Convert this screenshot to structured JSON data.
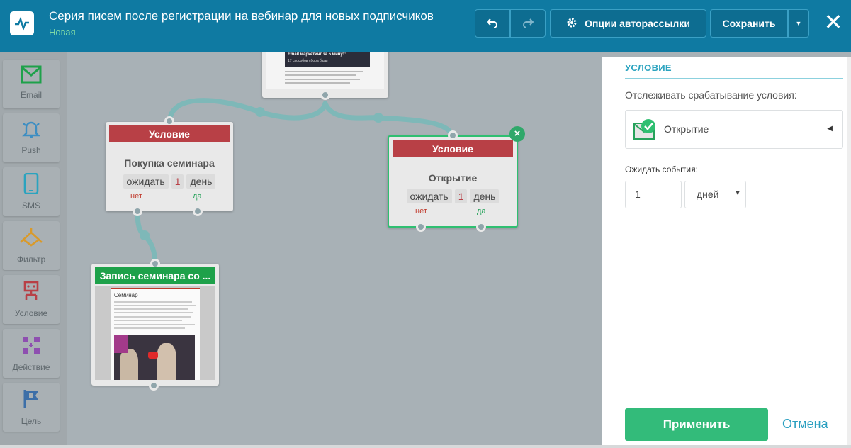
{
  "header": {
    "title": "Серия писем после регистрации на вебинар для новых подписчиков",
    "status": "Новая",
    "options_label": "Опции авторассылки",
    "save_label": "Сохранить"
  },
  "toolbar": {
    "items": [
      {
        "label": "Email",
        "icon": "envelope-icon"
      },
      {
        "label": "Push",
        "icon": "bell-icon"
      },
      {
        "label": "SMS",
        "icon": "phone-icon"
      },
      {
        "label": "Фильтр",
        "icon": "filter-icon"
      },
      {
        "label": "Условие",
        "icon": "condition-icon"
      },
      {
        "label": "Действие",
        "icon": "action-icon"
      },
      {
        "label": "Цель",
        "icon": "flag-icon"
      }
    ]
  },
  "nodes": {
    "top_email": {
      "preview_title": "Email маркетинг за 5 минут:",
      "preview_sub": "17 способов сбора базы"
    },
    "condition_1": {
      "header": "Условие",
      "name": "Покупка семинара",
      "wait_word": "ожидать",
      "wait_value": "1",
      "wait_unit": "день",
      "no_label": "нет",
      "yes_label": "да"
    },
    "condition_2": {
      "header": "Условие",
      "name": "Открытие",
      "wait_word": "ожидать",
      "wait_value": "1",
      "wait_unit": "день",
      "no_label": "нет",
      "yes_label": "да"
    },
    "email_2": {
      "header": "Запись семинара со ...",
      "preview_title": "Семинар"
    }
  },
  "panel": {
    "section_title": "УСЛОВИЕ",
    "track_label": "Отслеживать срабатывание условия:",
    "condition_value": "Открытие",
    "wait_label": "Ожидать события:",
    "wait_value": "1",
    "wait_unit": "дней",
    "apply_label": "Применить",
    "cancel_label": "Отмена"
  },
  "colors": {
    "header_bg": "#0f7aa2",
    "condition_red": "#b84046",
    "email_green": "#1ea14a",
    "apply_green": "#33bb7a",
    "accent_blue": "#2aa3bf"
  }
}
